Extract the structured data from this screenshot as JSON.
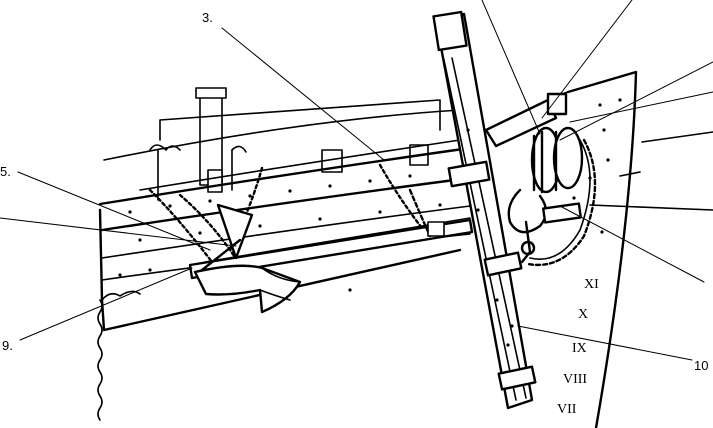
{
  "diagram": {
    "callouts": [
      {
        "id": "c3",
        "text": "3."
      },
      {
        "id": "c5",
        "text": "5."
      },
      {
        "id": "c9",
        "text": "9."
      },
      {
        "id": "c10",
        "text": "10"
      }
    ],
    "draft_marks": [
      "XI",
      "X",
      "IX",
      "VIII",
      "VII"
    ]
  }
}
